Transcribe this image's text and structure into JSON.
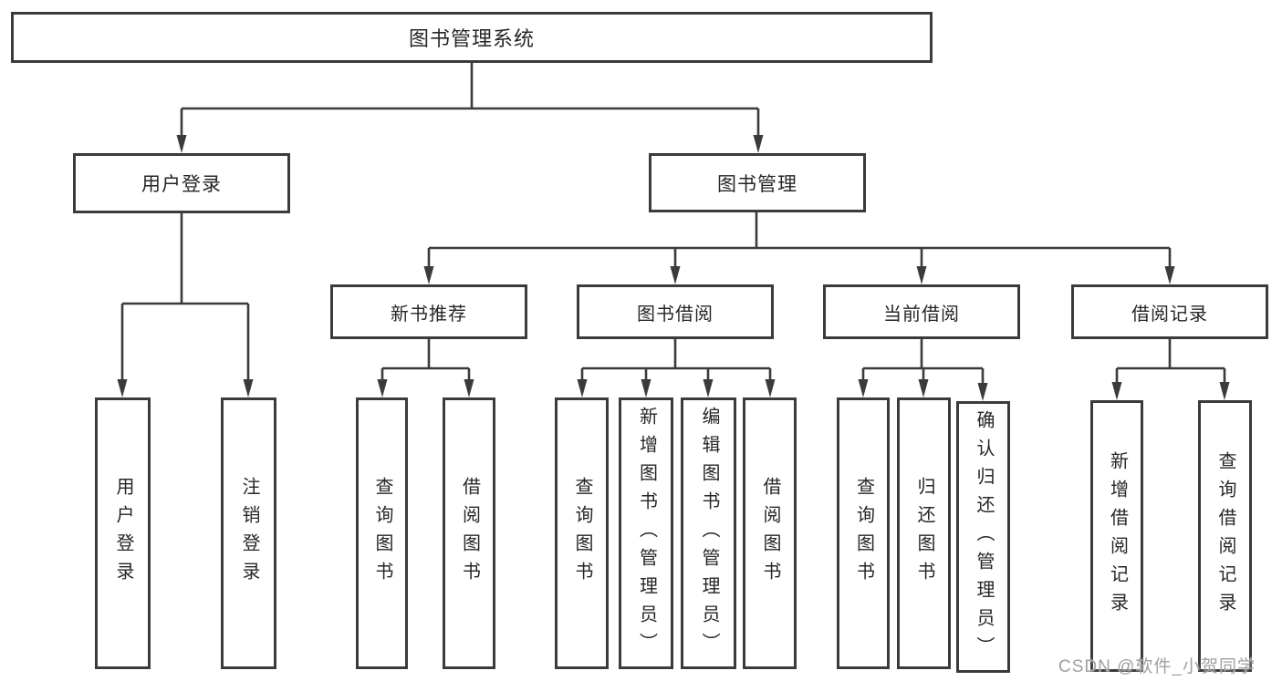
{
  "colors": {
    "line": "#3b3b3b",
    "text": "#262626",
    "box_background": "#ffffff",
    "watermark": "#a0a0a0"
  },
  "tree": {
    "root": {
      "label": "图书管理系统"
    },
    "level2": [
      {
        "label": "用户登录"
      },
      {
        "label": "图书管理"
      }
    ],
    "level3": [
      {
        "label": "新书推荐"
      },
      {
        "label": "图书借阅"
      },
      {
        "label": "当前借阅"
      },
      {
        "label": "借阅记录"
      }
    ],
    "leaves": {
      "user_login": [
        {
          "label": "用户登录"
        },
        {
          "label": "注销登录"
        }
      ],
      "new_book_recommend": [
        {
          "label": "查询图书"
        },
        {
          "label": "借阅图书"
        }
      ],
      "book_borrow": [
        {
          "label": "查询图书"
        },
        {
          "label": "新增图书（管理员）"
        },
        {
          "label": "编辑图书（管理员）"
        },
        {
          "label": "借阅图书"
        }
      ],
      "current_borrow": [
        {
          "label": "查询图书"
        },
        {
          "label": "归还图书"
        },
        {
          "label": "确认归还（管理员）"
        }
      ],
      "borrow_records": [
        {
          "label": "新增借阅记录"
        },
        {
          "label": "查询借阅记录"
        }
      ]
    }
  },
  "watermark": {
    "text": "CSDN @软件_小贺同学"
  }
}
